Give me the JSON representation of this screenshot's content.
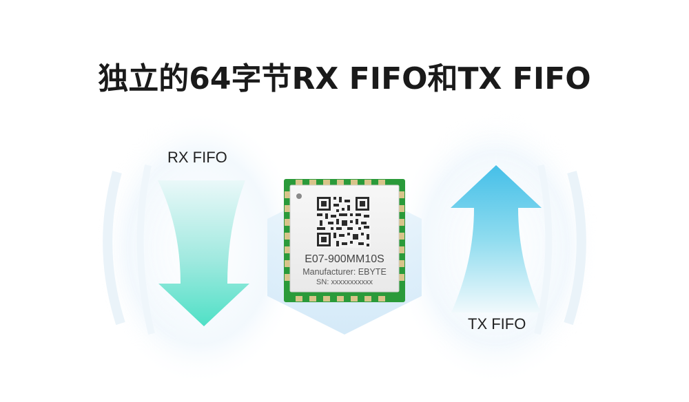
{
  "headline": "独立的64字节RX FIFO和TX FIFO",
  "rx_label": "RX FIFO",
  "tx_label": "TX FIFO",
  "chip": {
    "model": "E07-900MM10S",
    "manufacturer": "Manufacturer: EBYTE",
    "serial": "SN: xxxxxxxxxxx"
  },
  "colors": {
    "rx_arrow_top": "#e3f6f7",
    "rx_arrow_bottom": "#55e0c8",
    "tx_arrow_top": "#4cc3e6",
    "tx_arrow_bottom": "#e6f6fa",
    "pcb_green": "#2a9a3a",
    "gold_pad": "#d8c48a",
    "hexagon": "#d5ecf8"
  }
}
